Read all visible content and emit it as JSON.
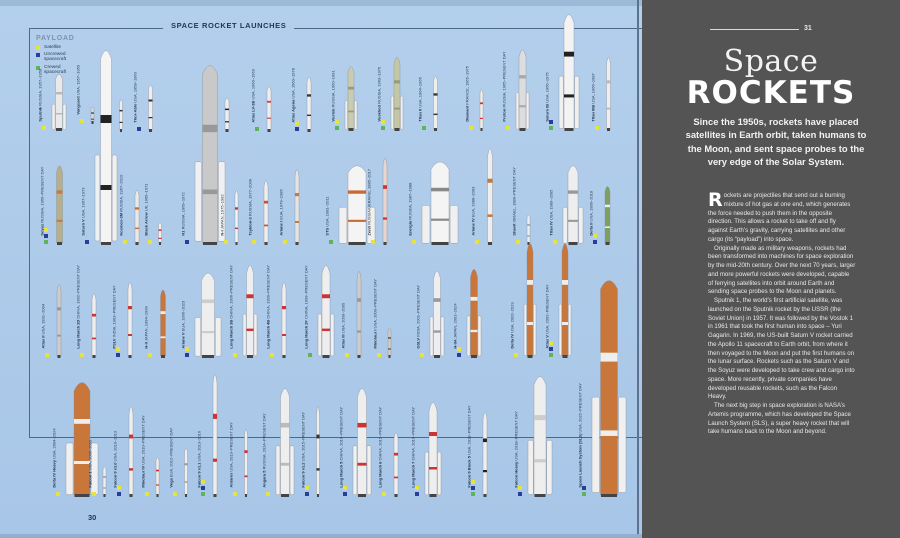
{
  "left_page": {
    "section_title": "SPACE ROCKET LAUNCHES",
    "page_number": "30",
    "legend": {
      "title": "PAYLOAD",
      "items": [
        {
          "label": "Satellite",
          "color": "#e6e33a"
        },
        {
          "label": "Uncrewed spacecraft",
          "color": "#283e9c"
        },
        {
          "label": "Crewed spacecraft",
          "color": "#5fb35b"
        }
      ]
    },
    "rockets": [
      {
        "name": "Sputnik",
        "info": "RUSSIA, 1957–1958"
      },
      {
        "name": "Vanguard",
        "info": "USA, 1957–1959"
      },
      {
        "name": "Juno I",
        "info": "USA, 1958"
      },
      {
        "name": "Thor-Able",
        "info": "USA, 1958–1960"
      },
      {
        "name": "Redstone",
        "info": "USA, 1960–1961"
      },
      {
        "name": "Atlas LV-3B",
        "info": "USA, 1960–1963"
      },
      {
        "name": "Atlas Agena",
        "info": "USA, 1960–1978"
      },
      {
        "name": "Vostok",
        "info": "RUSSIA, 1960–1991"
      },
      {
        "name": "Voskhod",
        "info": "RUSSIA, 1963–1976"
      },
      {
        "name": "Titan II",
        "info": "USA, 1964–1966"
      },
      {
        "name": "Diamant",
        "info": "FRANCE, 1965–1975"
      },
      {
        "name": "Proton",
        "info": "RUSSIA, 1965–PRESENT DAY"
      },
      {
        "name": "Saturn IB",
        "info": "USA, 1966–1975"
      },
      {
        "name": "Titan IIIB",
        "info": "USA, 1966–1987"
      },
      {
        "name": "Soyuz",
        "info": "RUSSIA, 1966–PRESENT DAY"
      },
      {
        "name": "Saturn V",
        "info": "USA, 1967–1973"
      },
      {
        "name": "Kosmos-3M",
        "info": "RUSSIA, 1967–2010"
      },
      {
        "name": "Black Arrow",
        "info": "UK, 1969–1971"
      },
      {
        "name": "N1",
        "info": "RUSSIA, 1969–1972"
      },
      {
        "name": "N-I",
        "info": "JAPAN, 1975–1982"
      },
      {
        "name": "Tsyklon-3",
        "info": "RUSSIA, 1977–2009"
      },
      {
        "name": "Ariane I",
        "info": "EUA, 1979–1986"
      },
      {
        "name": "STS",
        "info": "USA, 1981–2011"
      },
      {
        "name": "Zenit",
        "info": "RUSSIA/UKRAINE, 1985–2017"
      },
      {
        "name": "Energia",
        "info": "RUSSIA, 1987–1988"
      },
      {
        "name": "Ariane IV",
        "info": "EUA, 1988–2003"
      },
      {
        "name": "Shavit",
        "info": "ISRAEL, 1988–PRESENT DAY"
      },
      {
        "name": "Titan IV",
        "info": "USA, 1989–2005"
      },
      {
        "name": "Delta II",
        "info": "USA, 1989–2018"
      },
      {
        "name": "Atlas II",
        "info": "USA, 1991–2004"
      },
      {
        "name": "Long March 2D",
        "info": "CHINA, 1992–PRESENT DAY"
      },
      {
        "name": "PSLV",
        "info": "INDIA, 1993–PRESENT DAY"
      },
      {
        "name": "H-II",
        "info": "JAPAN, 1994–1999"
      },
      {
        "name": "Ariane V",
        "info": "EUA, 1996–2023"
      },
      {
        "name": "Long March 3B",
        "info": "CHINA, 1996–PRESENT DAY"
      },
      {
        "name": "Long March 4B",
        "info": "CHINA, 1999–PRESENT DAY"
      },
      {
        "name": "Long March 2F",
        "info": "CHINA, 1999–PRESENT DAY"
      },
      {
        "name": "Atlas III",
        "info": "USA, 2000–2005"
      },
      {
        "name": "Minotaur I",
        "info": "USA, 2000–PRESENT DAY"
      },
      {
        "name": "GSLV",
        "info": "INDIA, 2001–PRESENT DAY"
      },
      {
        "name": "H-IIA",
        "info": "JAPAN, 2001–2024"
      },
      {
        "name": "Delta IV",
        "info": "USA, 2002–2019"
      },
      {
        "name": "Atlas V",
        "info": "USA, 2002–PRESENT DAY"
      },
      {
        "name": "Delta IV Heavy",
        "info": "USA, 2004–2024"
      },
      {
        "name": "Falcon 1",
        "info": "USA, 2006–2009"
      },
      {
        "name": "Falcon 9 v1.0",
        "info": "USA, 2010–2013"
      },
      {
        "name": "Minotaur IV",
        "info": "USA, 2010–PRESENT DAY"
      },
      {
        "name": "Vega",
        "info": "EUA, 2012–PRESENT DAY"
      },
      {
        "name": "Falcon 9 v1.1",
        "info": "USA, 2013–2016"
      },
      {
        "name": "Antares",
        "info": "USA, 2013–PRESENT DAY"
      },
      {
        "name": "Angara 5",
        "info": "RUSSIA, 2014–PRESENT DAY"
      },
      {
        "name": "Falcon 9 v1.2",
        "info": "USA, 2015–PRESENT DAY"
      },
      {
        "name": "Long March 5",
        "info": "CHINA, 2016–PRESENT DAY"
      },
      {
        "name": "Long March 6",
        "info": "CHINA, 2015–PRESENT DAY"
      },
      {
        "name": "Long March 7",
        "info": "CHINA, 2016–PRESENT DAY"
      },
      {
        "name": "Falcon 9 Block 5",
        "info": "USA, 2018–PRESENT DAY"
      },
      {
        "name": "Falcon Heavy",
        "info": "USA, 2018–PRESENT DAY"
      },
      {
        "name": "Space Launch System (SLS)",
        "info": "USA, 2022–PRESENT DAY"
      }
    ]
  },
  "right_page": {
    "page_number": "31",
    "title_line1": "Space",
    "title_line2": "ROCKETS",
    "intro": "Since the 1950s, rockets have placed satellites in Earth orbit, taken humans to the Moon, and sent space probes to the very edge of the Solar System.",
    "dropcap": "R",
    "paragraphs": [
      "ockets are projectiles that send out a burning mixture of hot gas at one end, which generates the force needed to push them in the opposite direction. This allows a rocket to take off and fly against Earth’s gravity, carrying satellites and other cargo (its “payload”) into space.",
      "Originally made as military weapons, rockets had been transformed into machines for space exploration by the mid-20th century. Over the next 70 years, larger and more powerful rockets were developed, capable of ferrying satellites into orbit around Earth and sending space probes to the Moon and planets.",
      "Sputnik 1, the world’s first artificial satellite, was launched on the Sputnik rocket by the USSR (the Soviet Union) in 1957. It was followed by the Vostok 1 in 1961 that took the first human into space – Yuri Gagarin. In 1969, the US-built Saturn V rocket carried the Apollo 11 spacecraft to Earth orbit, from where it then voyaged to the Moon and put the first humans on the lunar surface. Rockets such as the Saturn V and the Soyuz were developed to take crew and cargo into space. More recently, private companies have developed reusable rockets, such as the Falcon Heavy.",
      "The next big step in space exploration is NASA’s Artemis programme, which has developed the Space Launch System (SLS), a super heavy rocket that will take humans back to the Moon and beyond."
    ]
  },
  "colors": {
    "left_bg": "#b0cdeb",
    "right_bg": "#545454",
    "frame": "#4f6883",
    "satellite": "#e6e33a",
    "uncrewed": "#283e9c",
    "crewed": "#5fb35b"
  }
}
